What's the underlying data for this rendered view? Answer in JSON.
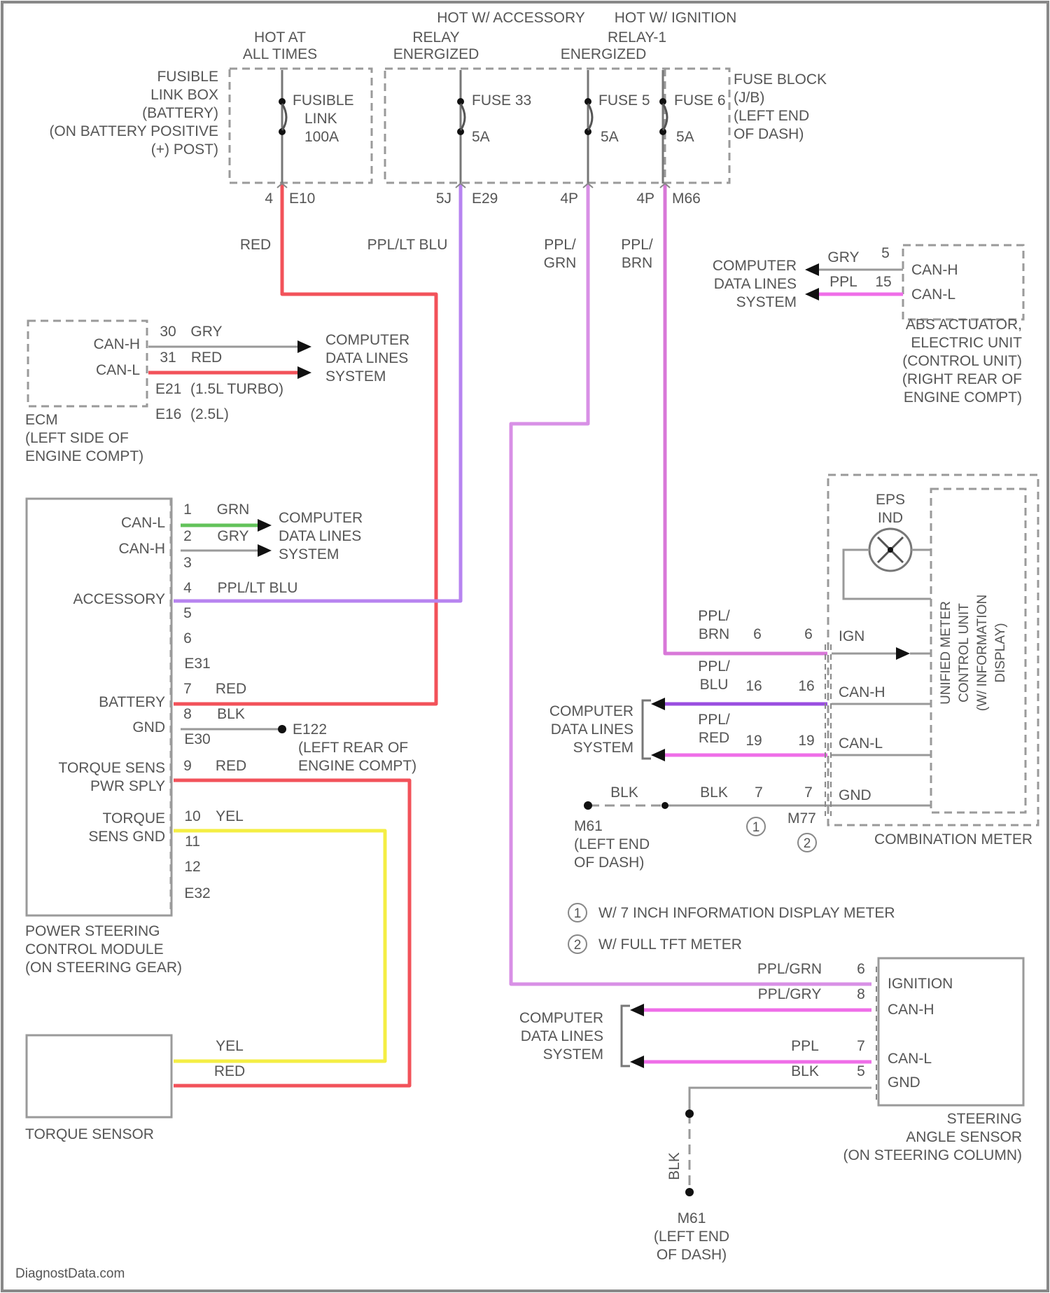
{
  "colors": {
    "red": "#f2525a",
    "purple_lt_blue": "#b784f0",
    "ppl_grn": "#d890e6",
    "ppl_brn": "#d878d8",
    "can_pink": "#ef6ee8",
    "can_ppl_blu": "#9a4fe0",
    "green": "#62c25a",
    "yellow": "#f4ee44",
    "gray": "#999999"
  },
  "top": {
    "hot_at_all_times": [
      "HOT AT",
      "ALL TIMES"
    ],
    "hot_w_accessory": [
      "HOT W/ ACCESSORY",
      "RELAY",
      "ENERGIZED"
    ],
    "hot_w_ignition": [
      "HOT W/ IGNITION",
      "RELAY-1",
      "ENERGIZED"
    ]
  },
  "fusible_link_box": {
    "label": [
      "FUSIBLE",
      "LINK BOX",
      "(BATTERY)",
      "(ON BATTERY POSITIVE",
      "(+) POST)"
    ],
    "fuse_name": [
      "FUSIBLE",
      "LINK"
    ],
    "fuse_rating": "100A",
    "pin": "4",
    "connector": "E10"
  },
  "fuse_block": {
    "label": [
      "FUSE BLOCK",
      "(J/B)",
      "(LEFT END",
      "OF DASH)"
    ],
    "fuses": [
      {
        "name": "FUSE 33",
        "rating": "5A",
        "pin": "5J",
        "connector": "E29"
      },
      {
        "name": "FUSE 5",
        "rating": "5A",
        "pin": "4P"
      },
      {
        "name": "FUSE 6",
        "rating": "5A",
        "pin": "4P",
        "connector": "M66"
      }
    ]
  },
  "wire_labels": {
    "red": "RED",
    "ppl_lt_blu": "PPL/LT BLU",
    "ppl_grn": [
      "PPL/",
      "GRN"
    ],
    "ppl_brn": [
      "PPL/",
      "BRN"
    ]
  },
  "abs": {
    "cdl": [
      "COMPUTER",
      "DATA LINES",
      "SYSTEM"
    ],
    "rows": [
      {
        "color": "GRY",
        "pin": "5",
        "signal": "CAN-H"
      },
      {
        "color": "PPL",
        "pin": "15",
        "signal": "CAN-L"
      }
    ],
    "label": [
      "ABS ACTUATOR,",
      "ELECTRIC UNIT",
      "(CONTROL UNIT)",
      "(RIGHT REAR OF",
      "ENGINE COMPT)"
    ]
  },
  "ecm": {
    "rows": [
      {
        "signal": "CAN-H",
        "pin": "30",
        "color": "GRY"
      },
      {
        "signal": "CAN-L",
        "pin": "31",
        "color": "RED"
      }
    ],
    "connectors": [
      {
        "id": "E21",
        "note": "(1.5L TURBO)"
      },
      {
        "id": "E16",
        "note": "(2.5L)"
      }
    ],
    "cdl": [
      "COMPUTER",
      "DATA LINES",
      "SYSTEM"
    ],
    "label": [
      "ECM",
      "(LEFT SIDE OF",
      "ENGINE COMPT)"
    ]
  },
  "pscm": {
    "pins": [
      {
        "pin": "1",
        "signal": "CAN-L",
        "color": "GRN"
      },
      {
        "pin": "2",
        "signal": "CAN-H",
        "color": "GRY"
      },
      {
        "pin": "3"
      },
      {
        "pin": "4",
        "signal": "ACCESSORY",
        "color": "PPL/LT BLU"
      },
      {
        "pin": "5"
      },
      {
        "pin": "6"
      },
      {
        "pin": "7",
        "signal": "BATTERY",
        "color": "RED"
      },
      {
        "pin": "8",
        "signal": "GND",
        "color": "BLK"
      },
      {
        "pin": "9",
        "signal": [
          "TORQUE SENS",
          "PWR SPLY"
        ],
        "color": "RED"
      },
      {
        "pin": "10",
        "signal": [
          "TORQUE",
          "SENS GND"
        ],
        "color": "YEL"
      },
      {
        "pin": "11"
      },
      {
        "pin": "12"
      }
    ],
    "connectors": [
      "E31",
      "E30",
      "E32"
    ],
    "cdl": [
      "COMPUTER",
      "DATA LINES",
      "SYSTEM"
    ],
    "ground": {
      "id": "E122",
      "location": [
        "(LEFT REAR OF",
        "ENGINE COMPT)"
      ]
    },
    "label": [
      "POWER STEERING",
      "CONTROL MODULE",
      "(ON STEERING GEAR)"
    ]
  },
  "torque_sensor": {
    "wires": [
      "YEL",
      "RED"
    ],
    "label": "TORQUE SENSOR"
  },
  "combination_meter": {
    "eps_ind": [
      "EPS",
      "IND"
    ],
    "unit_label": [
      "UNIFIED METER",
      "CONTROL UNIT",
      "(W/ INFORMATION",
      "DISPLAY)"
    ],
    "rows": [
      {
        "color": [
          "PPL/",
          "BRN"
        ],
        "pin": "6",
        "signal": "IGN"
      },
      {
        "color": [
          "PPL/",
          "BLU"
        ],
        "pin": "16",
        "signal": "CAN-H"
      },
      {
        "color": [
          "PPL/",
          "RED"
        ],
        "pin": "19",
        "signal": "CAN-L"
      },
      {
        "color": "BLK",
        "pin": "7",
        "signal": "GND"
      }
    ],
    "cdl": [
      "COMPUTER",
      "DATA LINES",
      "SYSTEM"
    ],
    "ground_blk": "BLK",
    "connector": "M77",
    "ground": {
      "id": "M61",
      "location": [
        "(LEFT END",
        "OF DASH)"
      ]
    },
    "label": "COMBINATION METER",
    "notes": [
      {
        "num": "1",
        "text": "W/ 7 INCH INFORMATION DISPLAY METER"
      },
      {
        "num": "2",
        "text": "W/ FULL TFT METER"
      }
    ]
  },
  "steering_angle_sensor": {
    "rows": [
      {
        "color": "PPL/GRN",
        "pin": "6",
        "signal": "IGNITION"
      },
      {
        "color": "PPL/GRY",
        "pin": "8",
        "signal": "CAN-H"
      },
      {
        "color": "PPL",
        "pin": "7",
        "signal": "CAN-L"
      },
      {
        "color": "BLK",
        "pin": "5",
        "signal": "GND"
      }
    ],
    "cdl": [
      "COMPUTER",
      "DATA LINES",
      "SYSTEM"
    ],
    "ground_blk": "BLK",
    "ground": {
      "id": "M61",
      "location": [
        "(LEFT END",
        "OF DASH)"
      ]
    },
    "label": [
      "STEERING",
      "ANGLE SENSOR",
      "(ON STEERING COLUMN)"
    ]
  },
  "watermark": "DiagnostData.com"
}
